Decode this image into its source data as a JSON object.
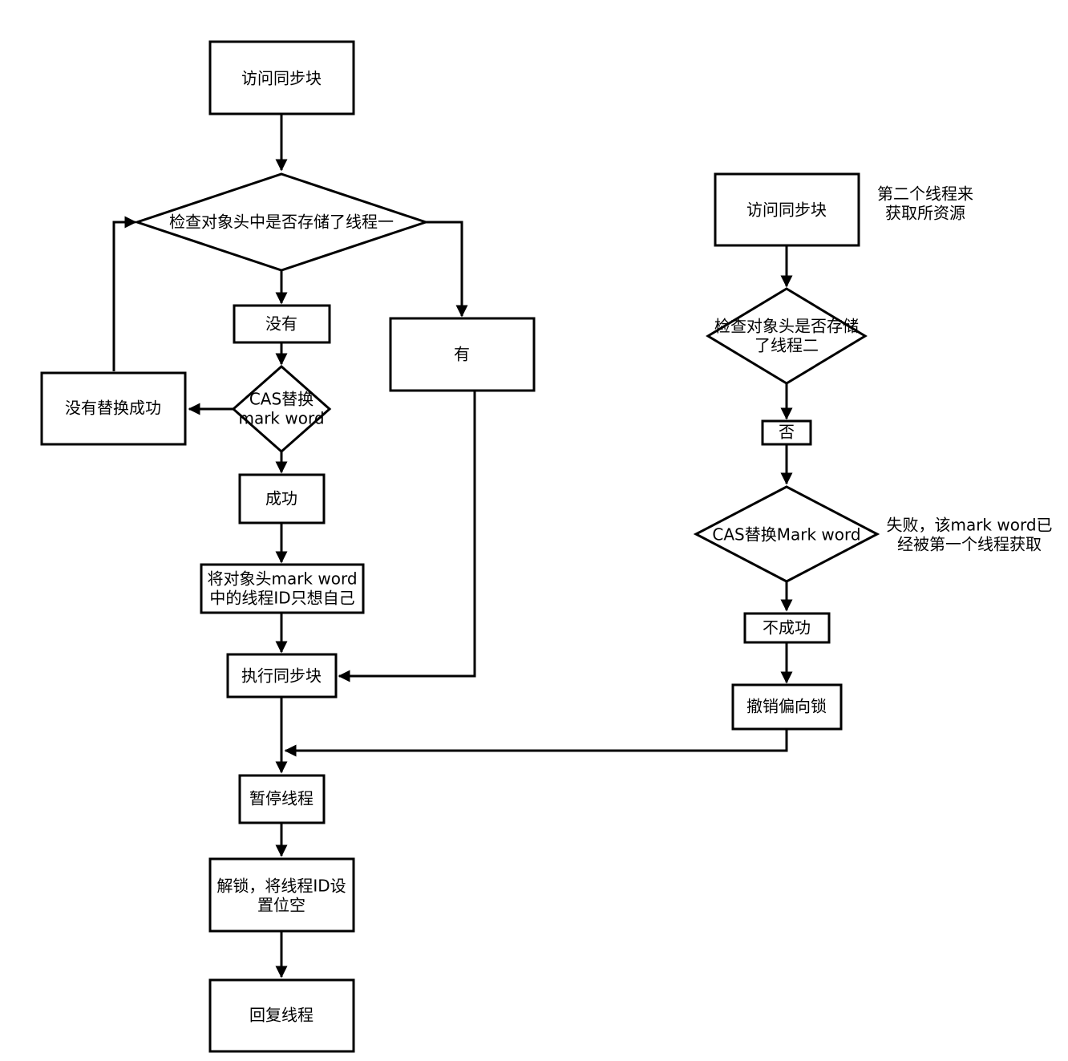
{
  "nodes": {
    "visit_sync_1": {
      "text": "访问同步块"
    },
    "check_header_1": {
      "text": "检查对象头中是否存储了线程一"
    },
    "no": {
      "text": "没有"
    },
    "yes": {
      "text": "有"
    },
    "cas_replace_1": {
      "line1": "CAS替换",
      "line2": "mark word"
    },
    "replace_failed": {
      "text": "没有替换成功"
    },
    "success": {
      "text": "成功"
    },
    "point_id": {
      "line1": "将对象头mark word",
      "line2": "中的线程ID只想自己"
    },
    "execute_sync": {
      "text": "执行同步块"
    },
    "pause_thread": {
      "text": "暂停线程"
    },
    "unlock": {
      "line1": "解锁，将线程ID设",
      "line2": "置位空"
    },
    "resume_thread": {
      "text": "回复线程"
    },
    "visit_sync_2": {
      "text": "访问同步块"
    },
    "check_header_2": {
      "line1": "检查对象头是否存储",
      "line2": "了线程二"
    },
    "no_2": {
      "text": "否"
    },
    "cas_replace_2": {
      "text": "CAS替换Mark word"
    },
    "not_success": {
      "text": "不成功"
    },
    "revoke_bias": {
      "text": "撤销偏向锁"
    }
  },
  "notes": {
    "second_thread": {
      "line1": "第二个线程来",
      "line2": "获取所资源"
    },
    "cas_failed": {
      "line1": "失败，该mark word已",
      "line2": "经被第一个线程获取"
    }
  }
}
